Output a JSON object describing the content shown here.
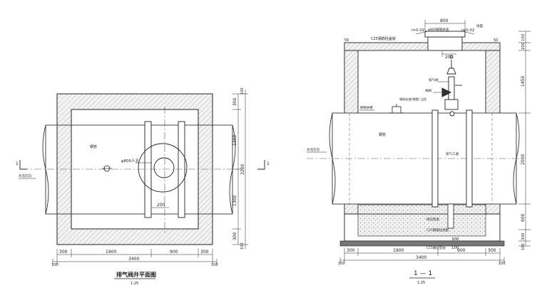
{
  "plan": {
    "title": "排气阀井平面图",
    "scale": "1:25",
    "label_pipe": "钢管",
    "label_inlet": "φ800人孔",
    "label_flow": "水流方向",
    "cut_mark_left": "1",
    "cut_mark_right": "1",
    "dim_200": "200",
    "dims_bottom_1": [
      "300",
      "1900",
      "900",
      "300"
    ],
    "dims_bottom_ext": [
      "100",
      "100"
    ],
    "dim_total": "3400",
    "dims_right": [
      "300",
      "1300",
      "1300",
      "300"
    ],
    "dims_right_ext": [
      "100",
      "100"
    ],
    "dim_right_total": "3200"
  },
  "section": {
    "title": "1 — 1",
    "scale": "1:25",
    "label_top_width": "800",
    "label_cover": "φ800铸铁井盖",
    "label_slope_l": "i=0.02",
    "label_slope_r": "i=0.02",
    "label_ground": "地面",
    "label_slab": "C25钢筋砼盖板",
    "dim_50_l": "50",
    "dim_50_r": "50",
    "dim_200": "200",
    "label_valve": "排气阀",
    "label_gate": "闸阀",
    "label_wall": "砖砌井壁",
    "label_support": "钢制支座(钢管) 立柱",
    "label_pipe": "钢管",
    "label_flow": "水流方向",
    "label_tee": "排气三通",
    "label_gravel": "碎石垫层",
    "label_base": "C25钢筋砼底板",
    "label_base_dim": "300",
    "label_bottom": "C15素砼垫层",
    "label_bottom_dim": "100",
    "dims_bottom_1": [
      "300",
      "1900",
      "900",
      "300"
    ],
    "dims_bottom_ext": [
      "100",
      "100"
    ],
    "dim_total": "3400",
    "dims_right": [
      "150",
      "200",
      "1450",
      "2000",
      "600",
      "300",
      "100"
    ]
  }
}
